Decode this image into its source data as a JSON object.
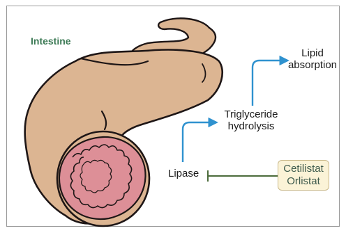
{
  "figure": {
    "title": "Intestine",
    "nodes": {
      "lipid_absorption": "Lipid\nabsorption",
      "triglyceride_hydrolysis": "Triglyceride\nhydrolysis",
      "lipase": "Lipase"
    },
    "inhibitors": [
      "Cetilistat",
      "Orlistat"
    ]
  },
  "colors": {
    "intestine_tan": "#dcb592",
    "lumen_pink": "#dd8f97",
    "outline": "#1e1616",
    "arrow_blue": "#2f92cf",
    "inhibition_green": "#4c6b3b",
    "title_green": "#3c7a55",
    "box_fill": "#fbf3d7",
    "box_border": "#c9b88a"
  }
}
